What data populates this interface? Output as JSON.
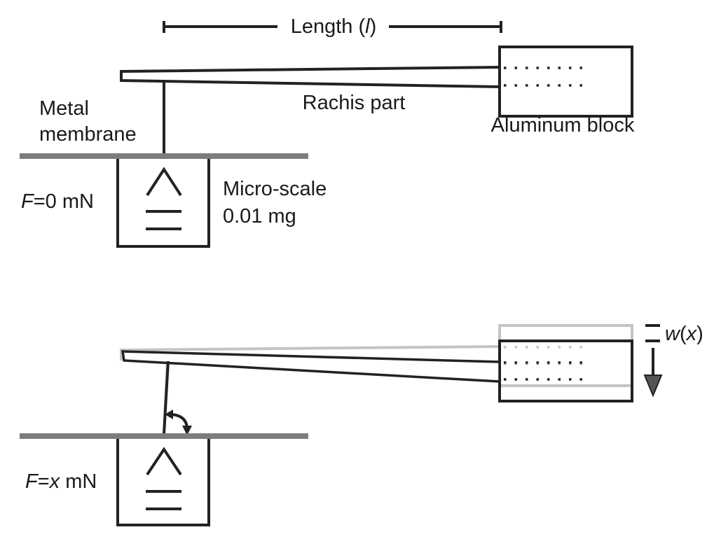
{
  "top_panel": {
    "length_label": "Length (",
    "length_symbol": "l",
    "length_close": ")",
    "rachis_label": "Rachis part",
    "aluminum_label": "Aluminum block",
    "membrane_line1": "Metal",
    "membrane_line2": "membrane",
    "scale_line1": "Micro-scale",
    "scale_line2": "0.01 mg",
    "force_symbol": "F",
    "force_value": "=0 mN"
  },
  "bottom_panel": {
    "deflection_symbol": "w",
    "deflection_open": "(",
    "deflection_var": "x",
    "deflection_close": ")",
    "force_symbol": "F",
    "force_eq": "=",
    "force_var": "x",
    "force_unit": " mN"
  },
  "colors": {
    "line": "#222222",
    "ghost": "#c4c4c4",
    "ground": "#7d7d7d"
  }
}
